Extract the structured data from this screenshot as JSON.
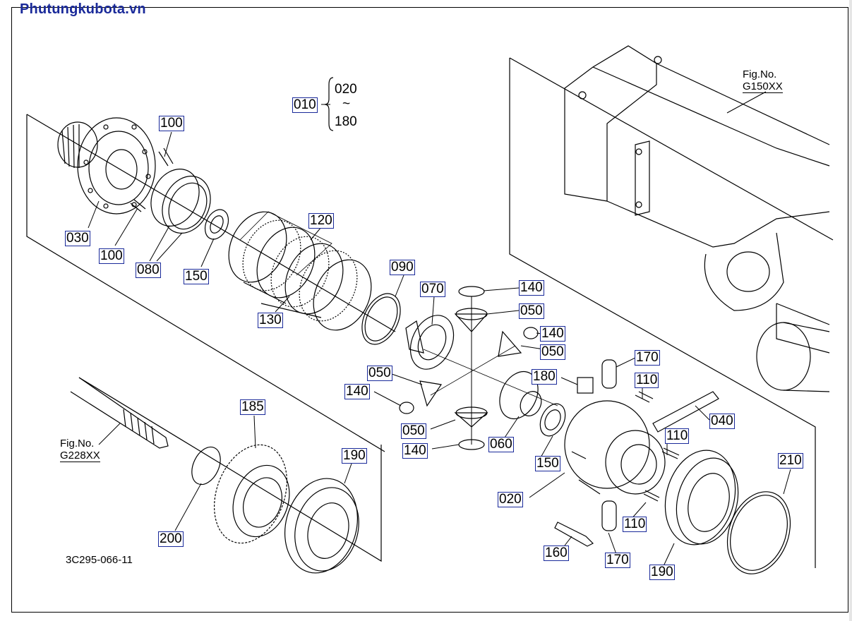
{
  "brand": "Phutungkubota.vn",
  "drawing_code": "3C295-066-11",
  "assembly": {
    "label": "010",
    "from": "020",
    "tilde": "~",
    "to": "180"
  },
  "fig_refs": [
    {
      "prefix": "Fig.No.",
      "code": "G150XX"
    },
    {
      "prefix": "Fig.No.",
      "code": "G228XX"
    }
  ],
  "parts": [
    {
      "id": "p100a",
      "label": "100"
    },
    {
      "id": "p030",
      "label": "030"
    },
    {
      "id": "p100b",
      "label": "100"
    },
    {
      "id": "p080",
      "label": "080"
    },
    {
      "id": "p150a",
      "label": "150"
    },
    {
      "id": "p120",
      "label": "120"
    },
    {
      "id": "p130",
      "label": "130"
    },
    {
      "id": "p090",
      "label": "090"
    },
    {
      "id": "p070",
      "label": "070"
    },
    {
      "id": "p140a",
      "label": "140"
    },
    {
      "id": "p050a",
      "label": "050"
    },
    {
      "id": "p140b",
      "label": "140"
    },
    {
      "id": "p050b",
      "label": "050"
    },
    {
      "id": "p050c",
      "label": "050"
    },
    {
      "id": "p140c",
      "label": "140"
    },
    {
      "id": "p050d",
      "label": "050"
    },
    {
      "id": "p140d",
      "label": "140"
    },
    {
      "id": "p060",
      "label": "060"
    },
    {
      "id": "p170a",
      "label": "170"
    },
    {
      "id": "p180",
      "label": "180"
    },
    {
      "id": "p110a",
      "label": "110"
    },
    {
      "id": "p040",
      "label": "040"
    },
    {
      "id": "p110b",
      "label": "110"
    },
    {
      "id": "p150b",
      "label": "150"
    },
    {
      "id": "p020",
      "label": "020"
    },
    {
      "id": "p110c",
      "label": "110"
    },
    {
      "id": "p160",
      "label": "160"
    },
    {
      "id": "p170b",
      "label": "170"
    },
    {
      "id": "p190a",
      "label": "190"
    },
    {
      "id": "p210",
      "label": "210"
    },
    {
      "id": "p190b",
      "label": "190"
    },
    {
      "id": "p185",
      "label": "185"
    },
    {
      "id": "p200",
      "label": "200"
    }
  ]
}
